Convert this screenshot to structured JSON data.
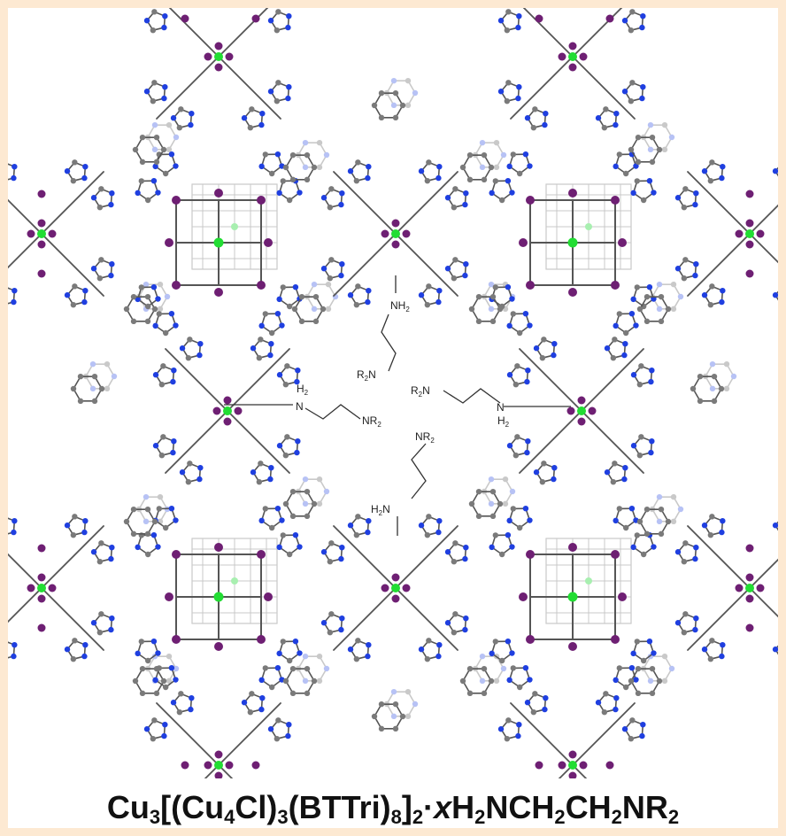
{
  "figure": {
    "caption": {
      "parts": [
        {
          "t": "Cu"
        },
        {
          "t": "3",
          "sub": true
        },
        {
          "t": "[(Cu"
        },
        {
          "t": "4",
          "sub": true
        },
        {
          "t": "Cl)"
        },
        {
          "t": "3",
          "sub": true
        },
        {
          "t": "(BTTri)"
        },
        {
          "t": "8",
          "sub": true
        },
        {
          "t": "]"
        },
        {
          "t": "2",
          "sub": true
        },
        {
          "t": "·"
        },
        {
          "t": "x",
          "italic": true
        },
        {
          "t": "H"
        },
        {
          "t": "2",
          "sub": true
        },
        {
          "t": "NCH"
        },
        {
          "t": "2",
          "sub": true
        },
        {
          "t": "CH"
        },
        {
          "t": "2",
          "sub": true
        },
        {
          "t": "NR"
        },
        {
          "t": "2",
          "sub": true
        }
      ]
    },
    "amine_labels": {
      "top_nh": "NH",
      "top_nh_sub": "2",
      "top_r": "R",
      "top_r_sub": "2",
      "top_n": "N",
      "left_h": "H",
      "left_h_sub": "2",
      "left_n": "N",
      "left_nr": "NR",
      "left_nr_sub": "2",
      "right_r": "R",
      "right_r_sub": "2",
      "right_n": "N",
      "right_n2": "N",
      "right_h": "H",
      "right_h_sub": "2",
      "bottom_nr": "NR",
      "bottom_nr_sub": "2",
      "bottom_h": "H",
      "bottom_h_sub": "2",
      "bottom_n": "N"
    },
    "colors": {
      "background": "#fde9d2",
      "card": "#ffffff",
      "bond_front": "#555555",
      "bond_back": "#c9c9c9",
      "carbon": "#7a7a7a",
      "nitrogen": "#1f3fe0",
      "nitrogen_back": "#b7c2f5",
      "copper": "#6e1f73",
      "copper_back": "#e4c4e8",
      "chlorine": "#22dd33",
      "chlorine_back": "#a8efb0"
    }
  }
}
